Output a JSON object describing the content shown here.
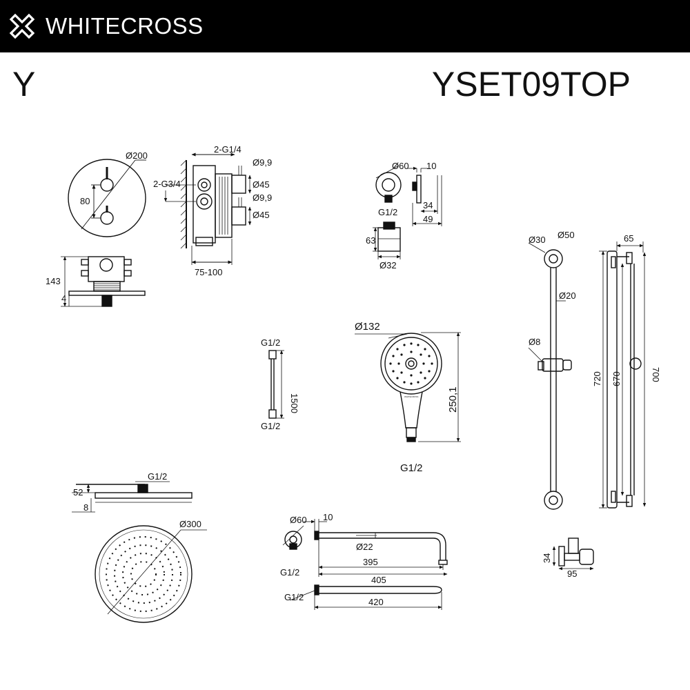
{
  "header": {
    "brand": "WHITECROSS",
    "logo_icon": "cross-x-logo-icon",
    "background": "#000000"
  },
  "title": {
    "series": "Y",
    "model": "YSET09TOP"
  },
  "dims": {
    "mixer_front": {
      "diameter": "Ø200",
      "spacing": "80"
    },
    "mixer_side": {
      "outlets": "2-G1/4",
      "inlets": "2-G3/4",
      "d1": "Ø9,9",
      "d2": "Ø45",
      "d3": "Ø9,9",
      "d4": "Ø45",
      "depth": "75-100"
    },
    "mixer_top": {
      "height": "143",
      "plate": "4"
    },
    "outlet_elbow": {
      "diameter": "Ø60",
      "depth": "10",
      "thread": "G1/2",
      "d1": "34",
      "d2": "49",
      "height": "63",
      "base": "Ø32"
    },
    "hose": {
      "top": "G1/2",
      "length": "1500",
      "bottom": "G1/2"
    },
    "hand_shower": {
      "diameter": "Ø132",
      "length": "250,1",
      "thread": "G1/2",
      "brand_mark": "WHITECROSS"
    },
    "slide_rail": {
      "d1": "Ø30",
      "d2": "Ø50",
      "offset": "65",
      "bar": "Ø20",
      "holder": "Ø8",
      "h1": "720",
      "h2": "670",
      "h3": "700"
    },
    "holder": {
      "h": "34",
      "w": "95"
    },
    "overhead": {
      "thread": "G1/2",
      "h1": "52",
      "h2": "8",
      "diameter": "Ø300"
    },
    "arm": {
      "diameter": "Ø60",
      "depth": "10",
      "thread": "G1/2",
      "tube": "Ø22",
      "l1": "395",
      "l2": "405",
      "thread2": "G1/2",
      "l3": "420"
    }
  }
}
